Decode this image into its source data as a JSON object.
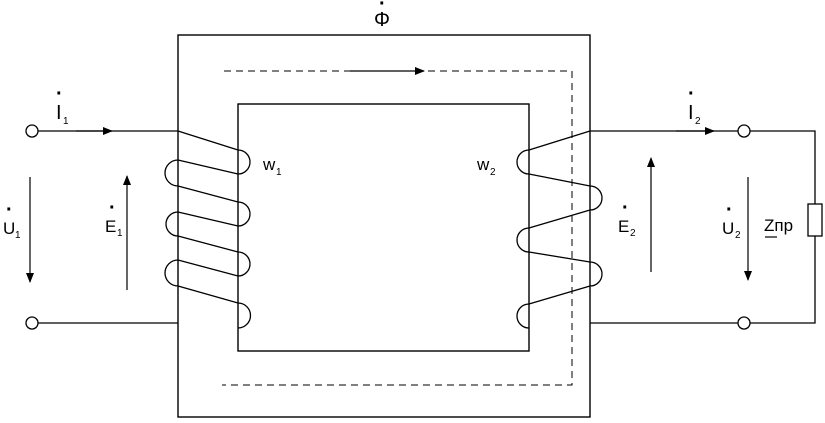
{
  "flux": {
    "symbol": "Φ",
    "dot": "·"
  },
  "currents": {
    "i1": {
      "symbol": "I",
      "index": "1"
    },
    "i2": {
      "symbol": "I",
      "index": "2"
    }
  },
  "voltages": {
    "u1": {
      "symbol": "U",
      "index": "1"
    },
    "u2": {
      "symbol": "U",
      "index": "2"
    }
  },
  "emfs": {
    "e1": {
      "symbol": "E",
      "index": "1"
    },
    "e2": {
      "symbol": "E",
      "index": "2"
    }
  },
  "windings": {
    "w1": {
      "symbol": "w",
      "index": "1"
    },
    "w2": {
      "symbol": "w",
      "index": "2"
    }
  },
  "load": {
    "label": "Zпр"
  },
  "colors": {
    "line": "#000000",
    "background": "#ffffff"
  }
}
